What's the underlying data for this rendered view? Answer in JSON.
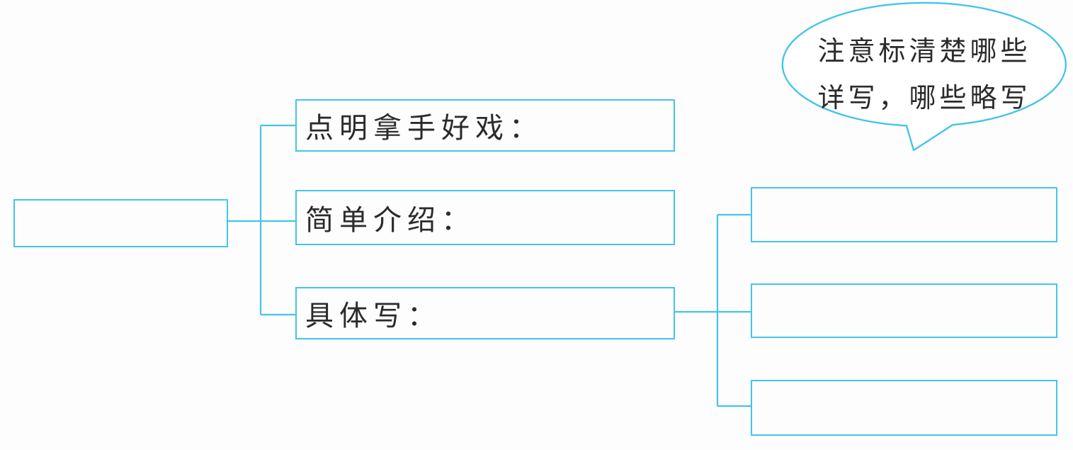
{
  "canvas": {
    "colors": {
      "line": "#45c4e8",
      "text": "#2b2b2b",
      "background": "#fdfdfd"
    }
  },
  "diagram": {
    "root_box": {
      "label": ""
    },
    "branches": [
      {
        "label": "点明拿手好戏："
      },
      {
        "label": "简单介绍："
      },
      {
        "label": "具体写："
      }
    ],
    "sub_boxes": [
      {
        "label": ""
      },
      {
        "label": ""
      },
      {
        "label": ""
      }
    ],
    "callout": {
      "line1": "注意标清楚哪些",
      "line2": "详写，哪些略写"
    }
  }
}
